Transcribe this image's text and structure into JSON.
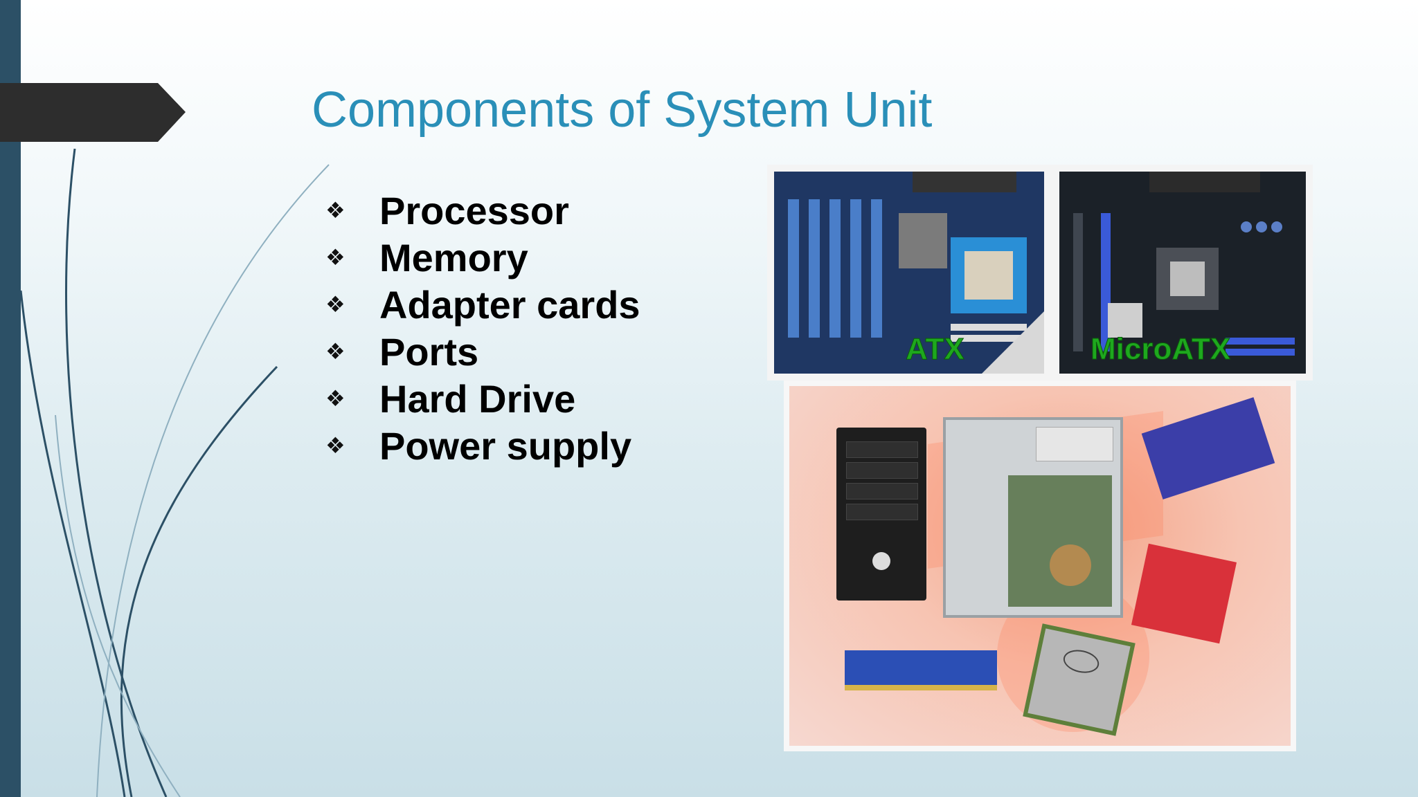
{
  "slide": {
    "title": "Components of System Unit",
    "bullet_icon": "four-diamond-bullet-icon",
    "bullets": [
      {
        "label": "Processor"
      },
      {
        "label": "Memory"
      },
      {
        "label": "Adapter cards"
      },
      {
        "label": "Ports"
      },
      {
        "label": "Hard Drive"
      },
      {
        "label": "Power supply"
      }
    ]
  },
  "images": {
    "motherboards": {
      "atx_label": "ATX",
      "micro_label": "MicroATX"
    }
  },
  "colors": {
    "title": "#2a8fb8",
    "left_bar": "#2c5066",
    "accent_arrow": "#2d2d2d",
    "board_label": "#1ea81e"
  }
}
